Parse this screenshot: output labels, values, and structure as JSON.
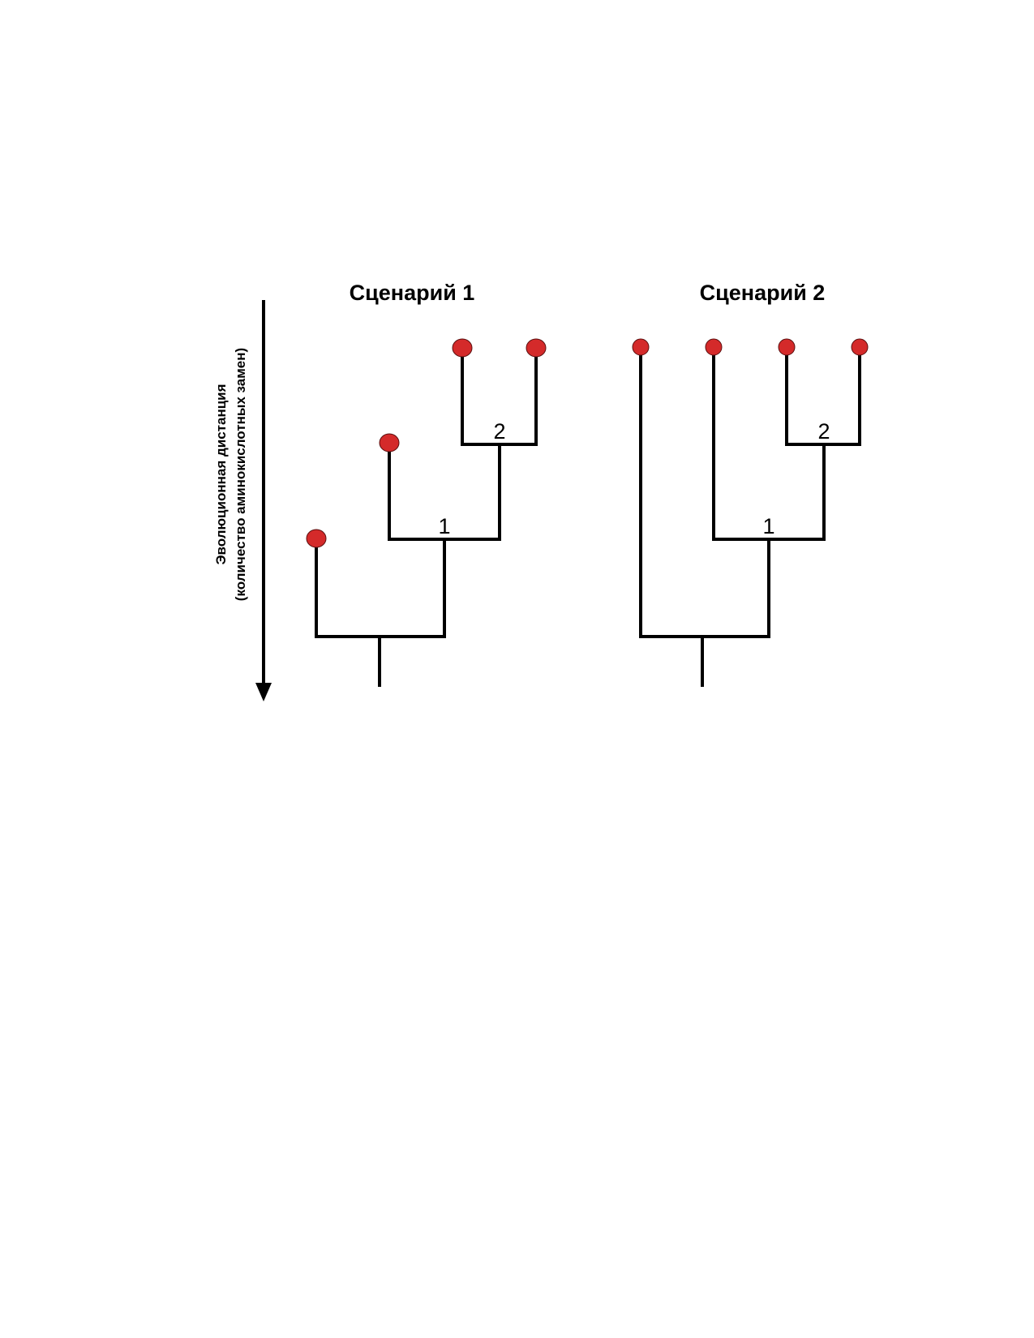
{
  "axis": {
    "label_line1": "Эволюционная дистанция",
    "label_line2": "(количество аминокислотных замен)"
  },
  "scenario1": {
    "title": "Сценарий 1",
    "node1": "1",
    "node2": "2"
  },
  "scenario2": {
    "title": "Сценарий 2",
    "node1": "1",
    "node2": "2"
  },
  "colors": {
    "leaf": "#d42a2a",
    "branch": "#000000"
  }
}
